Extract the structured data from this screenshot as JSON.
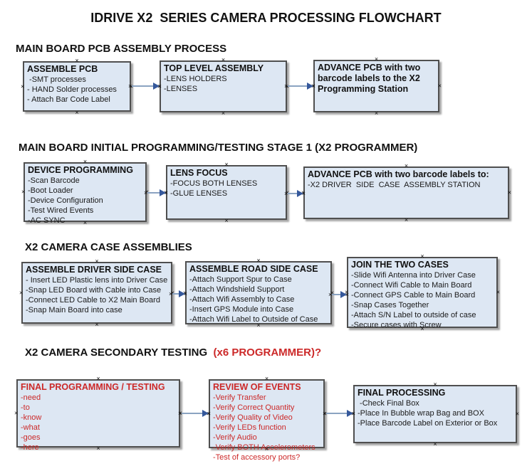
{
  "title": "IDRIVE X2  SERIES CAMERA PROCESSING FLOWCHART",
  "marker": "×",
  "colors": {
    "box_fill": "#dde7f3",
    "box_border": "#4f4f4f",
    "connector_line": "#8ba3c1",
    "connector_arrow": "#35589b",
    "red_text": "#cc2929",
    "black_text": "#111111"
  },
  "sections": [
    {
      "heading": "MAIN BOARD PCB ASSEMBLY PROCESS",
      "boxes": [
        {
          "title": "ASSEMBLE PCB",
          "items": [
            " -SMT processes",
            "- HAND Solder processes",
            "- Attach Bar Code Label"
          ]
        },
        {
          "title": "TOP LEVEL ASSEMBLY",
          "items": [
            "-LENS HOLDERS",
            "-LENSES"
          ]
        },
        {
          "title": "ADVANCE PCB with two barcode labels to the  X2 Programming Station",
          "items": []
        }
      ]
    },
    {
      "heading": "MAIN BOARD INITIAL PROGRAMMING/TESTING STAGE 1 (X2 PROGRAMMER)",
      "boxes": [
        {
          "title": "DEVICE PROGRAMMING",
          "items": [
            "-Scan Barcode",
            "-Boot Loader",
            "-Device Configuration",
            "-Test Wired Events",
            "-AC SYNC"
          ]
        },
        {
          "title": "LENS FOCUS",
          "items": [
            "-FOCUS BOTH LENSES",
            "-GLUE LENSES"
          ]
        },
        {
          "title": "ADVANCE PCB with two barcode labels to:",
          "items": [
            "-X2 DRIVER  SIDE  CASE  ASSEMBLY STATION"
          ]
        }
      ]
    },
    {
      "heading": "X2 CAMERA CASE ASSEMBLIES",
      "boxes": [
        {
          "title": "ASSEMBLE DRIVER SIDE CASE",
          "items": [
            "- Insert LED Plastic lens into Driver Case",
            "-Snap LED Board with Cable into Case",
            "-Connect LED Cable to X2 Main Board",
            "-Snap Main Board into case"
          ]
        },
        {
          "title": "ASSEMBLE ROAD SIDE CASE",
          "items": [
            "-Attach Support Spur to Case",
            "-Attach Windshield Support",
            "-Attach Wifi Assembly to Case",
            "-Insert GPS Module into Case",
            "-Attach Wifi Label to Outside of Case"
          ]
        },
        {
          "title": "JOIN THE TWO CASES",
          "items": [
            "-Slide Wifi Antenna into Driver Case",
            "-Connect Wifi Cable to Main Board",
            "-Connect GPS Cable to Main Board",
            "-Snap Cases Together",
            "-Attach S/N Label to outside of case",
            "-Secure cases with Screw"
          ]
        }
      ]
    },
    {
      "heading": "X2 CAMERA SECONDARY TESTING ",
      "heading_red": " (x6 PROGRAMMER)?",
      "boxes": [
        {
          "title": "FINAL PROGRAMMING / TESTING",
          "items": [
            "-need",
            "-to",
            "-know",
            "-what",
            "-goes",
            "-here"
          ]
        },
        {
          "title": "REVIEW OF EVENTS",
          "items": [
            "-Verify Transfer",
            "-Verify Correct Quantity",
            "-Verify Quality of Video",
            "-Verify LEDs function",
            "-Verify Audio",
            "-Verify BOTH Accelerometers",
            "-Test of accessory ports?"
          ]
        },
        {
          "title": "FINAL PROCESSING",
          "items": [
            " -Check Final Box",
            "-Place In Bubble wrap Bag and BOX",
            "-Place Barcode Label on Exterior or Box"
          ]
        }
      ]
    }
  ]
}
